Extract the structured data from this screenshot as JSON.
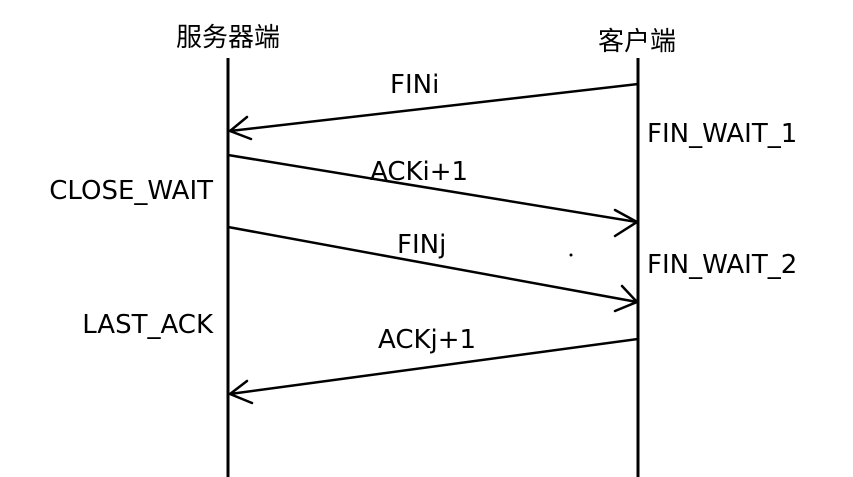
{
  "participants": {
    "server": {
      "label": "服务器端"
    },
    "client": {
      "label": "客户端"
    }
  },
  "messages": [
    {
      "label": "FINi",
      "from": "client",
      "to": "server"
    },
    {
      "label": "ACKi+1",
      "from": "server",
      "to": "client"
    },
    {
      "label": "FINj",
      "from": "server",
      "to": "client"
    },
    {
      "label": "ACKj+1",
      "from": "client",
      "to": "server"
    }
  ],
  "states": {
    "server": [
      "CLOSE_WAIT",
      "LAST_ACK"
    ],
    "client": [
      "FIN_WAIT_1",
      "FIN_WAIT_2"
    ]
  },
  "colors": {
    "ink": "#000000",
    "background": "#ffffff"
  }
}
